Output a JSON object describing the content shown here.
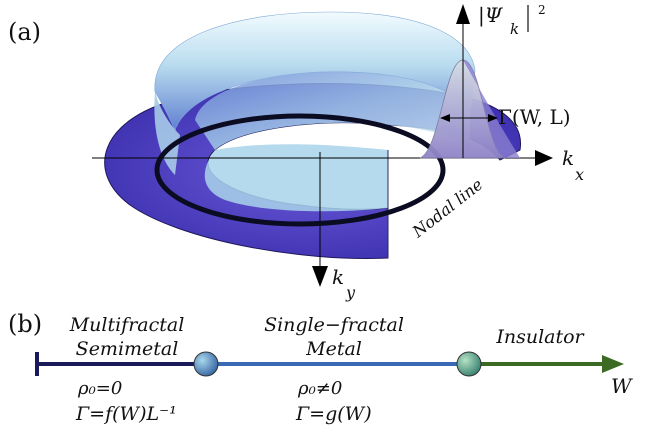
{
  "panel_a": {
    "label": "(a)",
    "axis_x_label": "k",
    "axis_x_sub": "x",
    "axis_y_label": "k",
    "axis_y_sub": "y",
    "axis_z_label": "|Ψ",
    "axis_z_sub": "k",
    "axis_z_sup": "2",
    "width_label": "Γ(W, L)",
    "nodal_line_label": "Nodal line"
  },
  "panel_b": {
    "label": "(b)",
    "axis_label": "W",
    "phases": [
      {
        "line1": "Multifractal",
        "line2": "Semimetal",
        "rho": "ρ₀=0",
        "gamma": "Γ=f(W)L⁻¹"
      },
      {
        "line1": "Single−fractal",
        "line2": "Metal",
        "rho": "ρ₀≠0",
        "gamma": "Γ=g(W)"
      },
      {
        "line1": "Insulator",
        "line2": "",
        "rho": "",
        "gamma": ""
      }
    ]
  },
  "colors": {
    "surface_light": "#d8ecf6",
    "surface_mid": "#7f9ee0",
    "surface_dark": "#3a2a9a",
    "nodal_line": "#0b0b22",
    "semimetal_line": "#1a1a5a",
    "metal_line": "#3a6ab5",
    "insulator_line": "#3b6b22"
  }
}
